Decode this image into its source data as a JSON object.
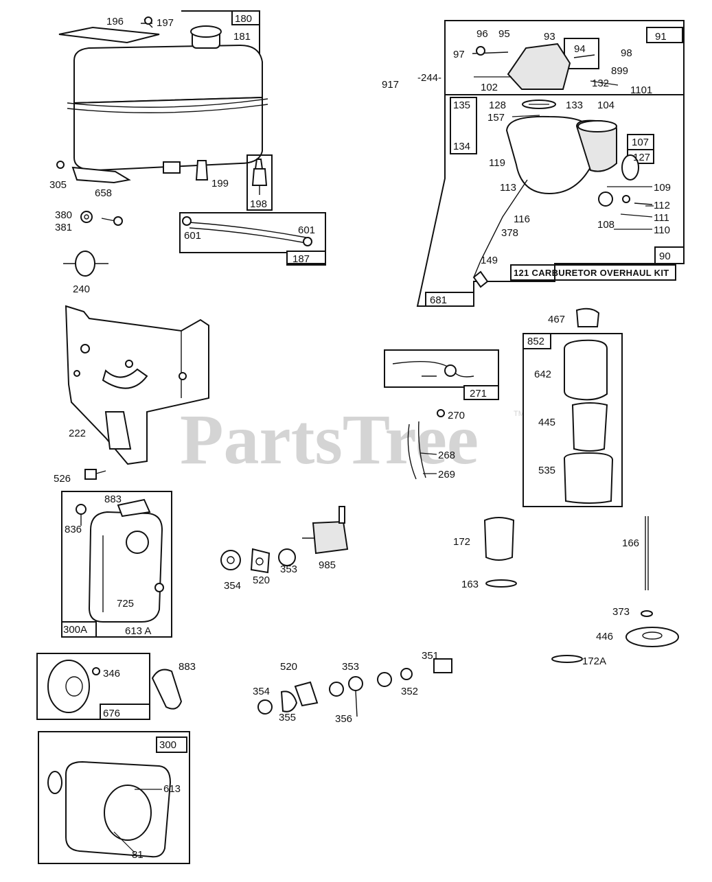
{
  "watermark": {
    "text": "PartsTree",
    "tm": "TM"
  },
  "kit_label": "121 CARBURETOR OVERHAUL KIT",
  "labels": {
    "l196": "196",
    "l197": "197",
    "l180": "180",
    "l181": "181",
    "l91": "91",
    "l96": "96",
    "l95": "95",
    "l93": "93",
    "l94": "94",
    "l98": "98",
    "l97": "97",
    "l899": "899",
    "l244": "-244-",
    "l917": "917",
    "l102": "102",
    "l132": "132",
    "l1101": "1101",
    "l135": "135",
    "l128": "128",
    "l133": "133",
    "l104": "104",
    "l157": "157",
    "l107": "107",
    "l127": "127",
    "l134": "134",
    "l119": "119",
    "l113": "113",
    "l109": "109",
    "l112": "112",
    "l111": "111",
    "l110": "110",
    "l108": "108",
    "l116": "116",
    "l378": "378",
    "l149": "149",
    "l90": "90",
    "l681": "681",
    "l305": "305",
    "l658": "658",
    "l199": "199",
    "l198": "198",
    "l380": "380",
    "l381": "381",
    "l601a": "601",
    "l601b": "601",
    "l187": "187",
    "l240": "240",
    "l222": "222",
    "l526": "526",
    "l467": "467",
    "l852": "852",
    "l642": "642",
    "l445": "445",
    "l535": "535",
    "l271": "271",
    "l270": "270",
    "l268": "268",
    "l269": "269",
    "l883a": "883",
    "l836": "836",
    "l725": "725",
    "l613a": "613 A",
    "l300a": "300A",
    "l354a": "354",
    "l520a": "520",
    "l353a": "353",
    "l985": "985",
    "l172": "172",
    "l163": "163",
    "l166": "166",
    "l373": "373",
    "l446": "446",
    "l172a": "172A",
    "l346": "346",
    "l676": "676",
    "l883b": "883",
    "l520b": "520",
    "l353b": "353",
    "l351": "351",
    "l354b": "354",
    "l352": "352",
    "l355": "355",
    "l356": "356",
    "l300": "300",
    "l613": "613",
    "l81": "81"
  }
}
